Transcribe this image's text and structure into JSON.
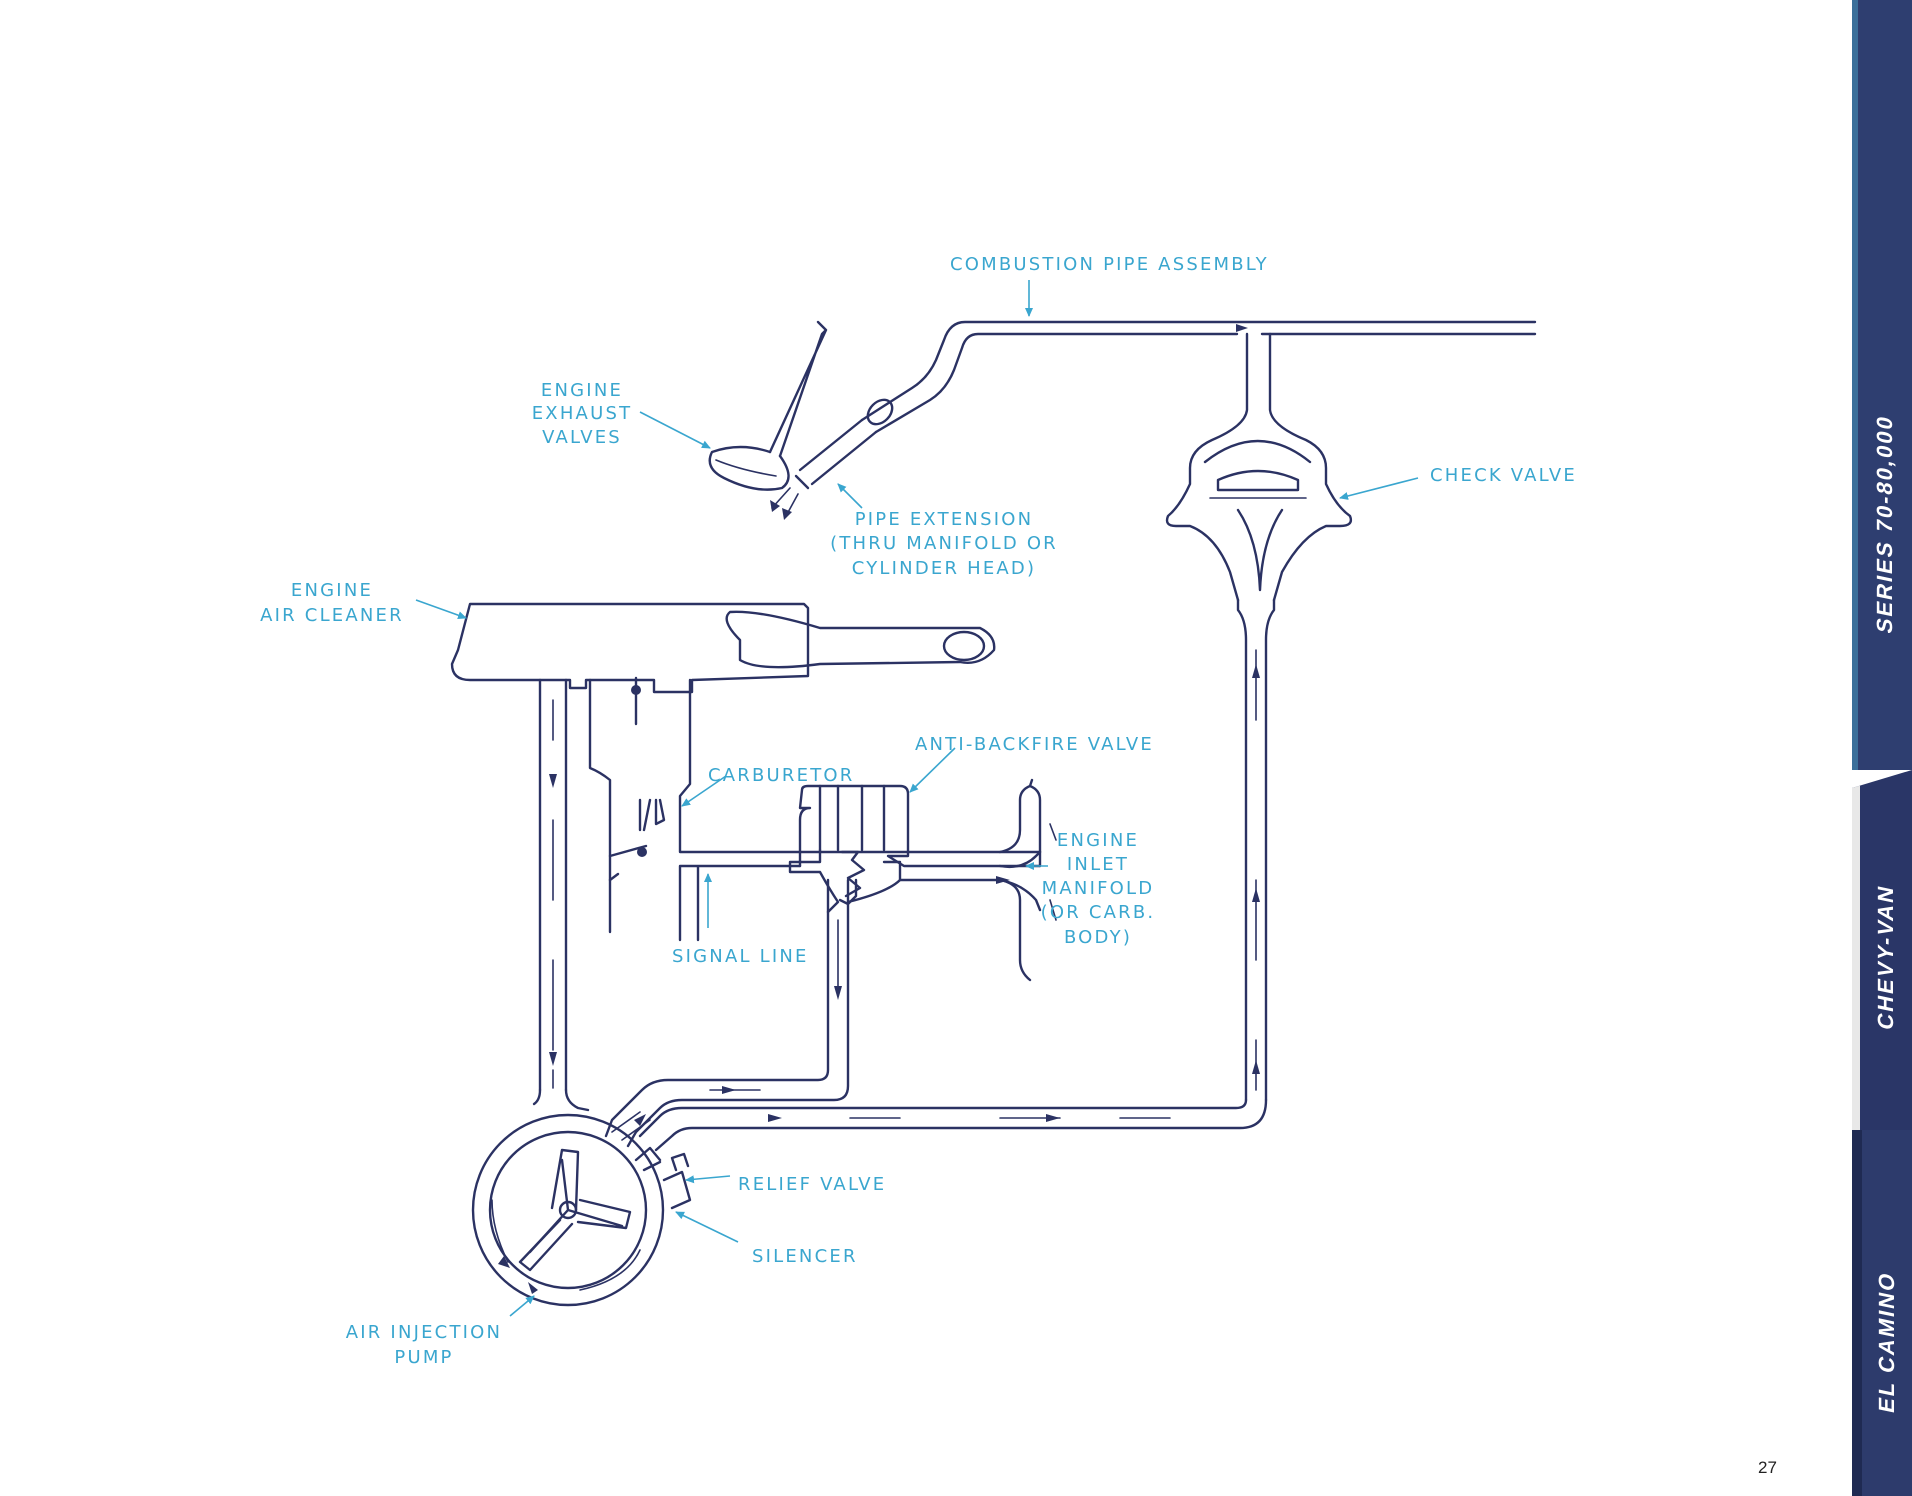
{
  "labels": {
    "combustion_pipe": "COMBUSTION PIPE ASSEMBLY",
    "exhaust_valves": [
      "ENGINE",
      "EXHAUST",
      "VALVES"
    ],
    "check_valve": "CHECK VALVE",
    "pipe_extension": [
      "PIPE EXTENSION",
      "(THRU MANIFOLD OR",
      "CYLINDER HEAD)"
    ],
    "air_cleaner": [
      "ENGINE",
      "AIR CLEANER"
    ],
    "anti_backfire": "ANTI-BACKFIRE VALVE",
    "carburetor": "CARBURETOR",
    "inlet_manifold": [
      "ENGINE",
      "INLET",
      "MANIFOLD",
      "(OR CARB.",
      "BODY)"
    ],
    "signal_line": "SIGNAL LINE",
    "relief_valve": "RELIEF VALVE",
    "silencer": "SILENCER",
    "air_pump": [
      "AIR INJECTION",
      "PUMP"
    ]
  },
  "tabs": [
    {
      "label": "SERIES 70-80,000",
      "color": "#2e3e70"
    },
    {
      "label": "CHEVY-VAN",
      "color": "#2a3667"
    },
    {
      "label": "EL CAMINO",
      "color": "#2d3b6c"
    }
  ],
  "page_number": "27",
  "colors": {
    "label": "#3aa6cf",
    "line": "#2b3263",
    "tab": "#2e3e70"
  }
}
